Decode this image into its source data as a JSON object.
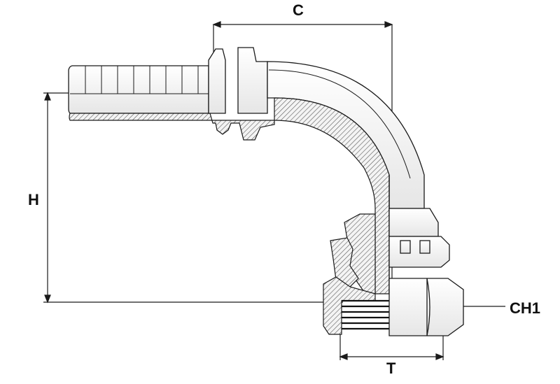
{
  "labels": {
    "c": "C",
    "h": "H",
    "ch1": "CH1",
    "t": "T"
  },
  "colors": {
    "line": "#1a1a1a",
    "body_light": "#f2f2f2",
    "body_mid": "#d9d9d9",
    "hatch": "#555555",
    "thread": "#111111"
  }
}
